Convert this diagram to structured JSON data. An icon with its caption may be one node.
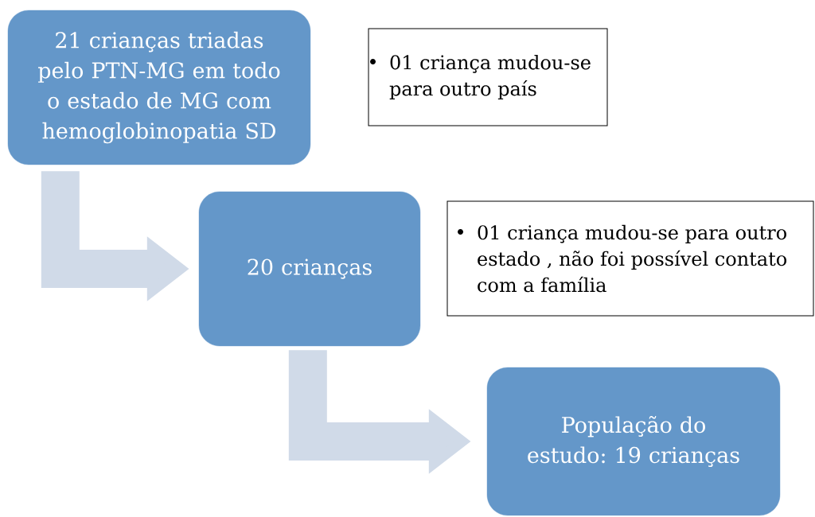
{
  "diagram": {
    "nodes": [
      {
        "text": [
          "21 crianças triadas pelo PTN-MG em todo o estado de MG com hemoglobinopatia SD"
        ]
      },
      {
        "text": [
          "01 criança mudou-se para outro país"
        ]
      },
      {
        "text": [
          "20 crianças"
        ]
      },
      {
        "text": [
          "01 criança mudou-se para outro estado , não foi possível contato com a família"
        ]
      },
      {
        "text": [
          "População do estudo: 19 crianças"
        ]
      }
    ],
    "edges": [
      {
        "from": 0,
        "to": 2,
        "arrow": "to"
      },
      {
        "from": 2,
        "to": 4,
        "arrow": "to"
      }
    ]
  }
}
